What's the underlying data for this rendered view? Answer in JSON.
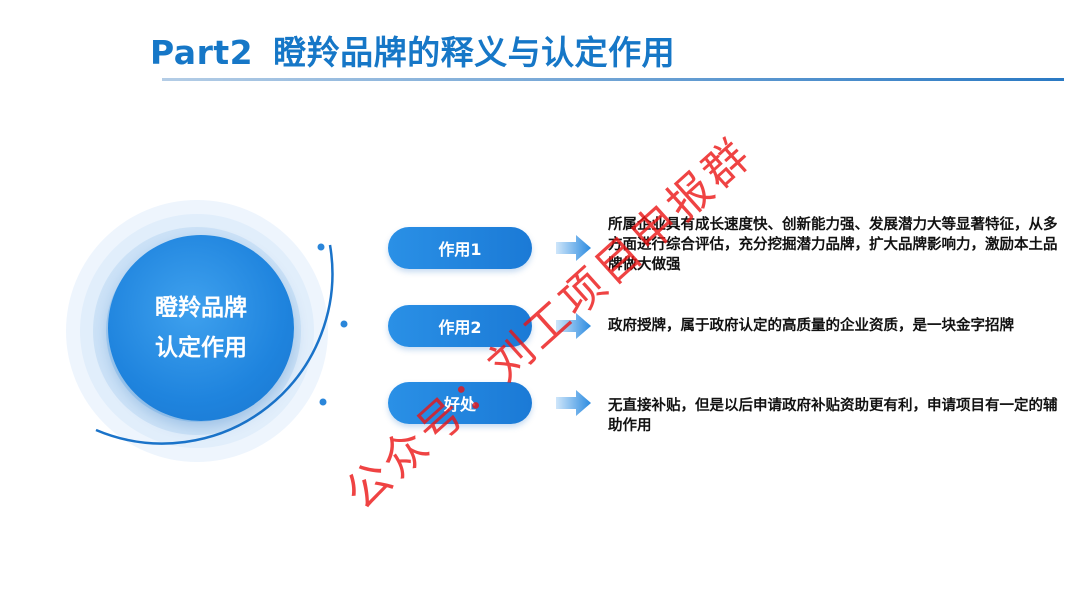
{
  "header": {
    "part": "Part2",
    "title": "瞪羚品牌的释义与认定作用"
  },
  "center_circle": {
    "line1": "瞪羚品牌",
    "line2": "认定作用"
  },
  "items": [
    {
      "label": "作用1",
      "text": "所属企业具有成长速度快、创新能力强、发展潜力大等显著特征，从多方面进行综合评估，充分挖掘潜力品牌，扩大品牌影响力，激励本土品牌做大做强"
    },
    {
      "label": "作用2",
      "text": "政府授牌，属于政府认定的高质量的企业资质，是一块金字招牌"
    },
    {
      "label": "好处",
      "text": "无直接补贴，但是以后申请政府补贴资助更有利，申请项目有一定的辅助作用"
    }
  ],
  "watermark": "公众号：刘工项目申报群",
  "colors": {
    "accent": "#1677c7",
    "pill": "#1b7ad6",
    "watermark": "#eb1414"
  }
}
